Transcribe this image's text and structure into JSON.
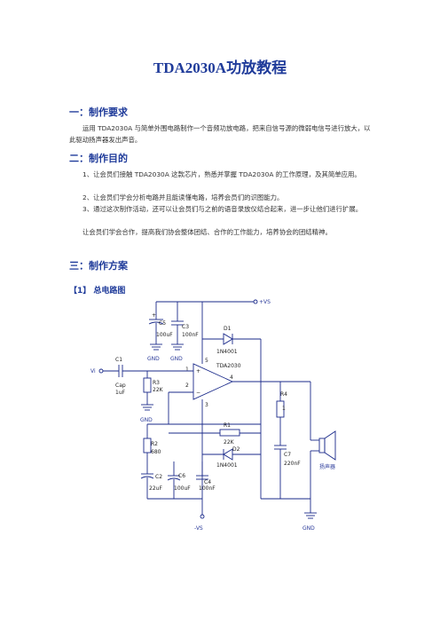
{
  "doc": {
    "title": "TDA2030A功放教程",
    "s1": {
      "heading": "一：制作要求",
      "p": "运用 TDA2030A 与简单外围电路制作一个音频功放电路，把来自信号源的微弱电信号进行放大，以此驱动扬声器发出声音。"
    },
    "s2": {
      "heading": "二：制作目的",
      "p1": "1、让会员们接触 TDA2030A 这款芯片，熟悉并掌握 TDA2030A 的工作原理，及其简单应用。",
      "p2": "2、让会员们学会分析电路并且能读懂电路，培养会员们的识图能力。",
      "p3": "3、通过这次制作活动，还可以让会员们与之前的语音录放仪结合起来，进一步让他们进行扩展。",
      "p4": "让会员们学会合作，提高我们协会整体团结、合作的工作能力，培养协会的团结精神。"
    },
    "s3": {
      "heading": "三：制作方案",
      "sub": "【1】 总电路图"
    }
  },
  "schematic": {
    "vs_pos": "+VS",
    "vs_neg": "-VS",
    "vi": "Vi",
    "ic": "TDA2030",
    "pin1": "1",
    "pin2": "2",
    "pin3": "3",
    "pin4": "4",
    "pin5": "5",
    "plus": "+",
    "minus": "−",
    "gnd": "GND",
    "c5": "C5",
    "c5v": "100uF",
    "c3": "C3",
    "c3v": "100nF",
    "d1": "D1",
    "d1v": "1N4001",
    "c1": "C1",
    "c1t": "Cap",
    "c1v": "1uF",
    "r3": "R3",
    "r3v": "22K",
    "r4": "R4",
    "r4v": "1",
    "r1": "R1",
    "r1v": "22K",
    "d2": "D2",
    "d2v": "1N4001",
    "r2": "R2",
    "r2v": "680",
    "c7": "C7",
    "c7v": "220nF",
    "c2": "C2",
    "c2v": "22uF",
    "c6": "C6",
    "c6v": "100uF",
    "c4": "C4",
    "c4v": "100nF",
    "spk": "扬声器"
  },
  "colors": {
    "heading": "#1f3b9a",
    "wire": "#1a2a8a"
  }
}
